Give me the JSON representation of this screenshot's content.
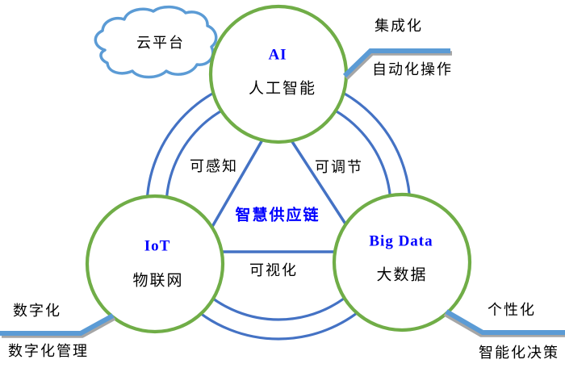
{
  "title": "智慧供应链",
  "colors": {
    "node_stroke": "#70ad47",
    "connector_blue": "#4472c4",
    "callout_blue": "#5b9bd5",
    "callout_shadow": "#a6a6a6",
    "text_blue": "#0000ff",
    "text_black": "#000000"
  },
  "cloud": {
    "label": "云平台"
  },
  "nodes": [
    {
      "id": "ai",
      "abbr": "AI",
      "name": "人工智能"
    },
    {
      "id": "iot",
      "abbr": "IoT",
      "name": "物联网"
    },
    {
      "id": "bigdata",
      "abbr": "Big Data",
      "name": "大数据"
    }
  ],
  "edge_labels": {
    "ai_iot": "可感知",
    "ai_bigdata": "可调节",
    "iot_bigdata": "可视化"
  },
  "callouts": {
    "top_right": {
      "above": "集成化",
      "below": "自动化操作"
    },
    "bottom_left": {
      "above": "数字化",
      "below": "数字化管理"
    },
    "bottom_right": {
      "above": "个性化",
      "below": "智能化决策"
    }
  }
}
